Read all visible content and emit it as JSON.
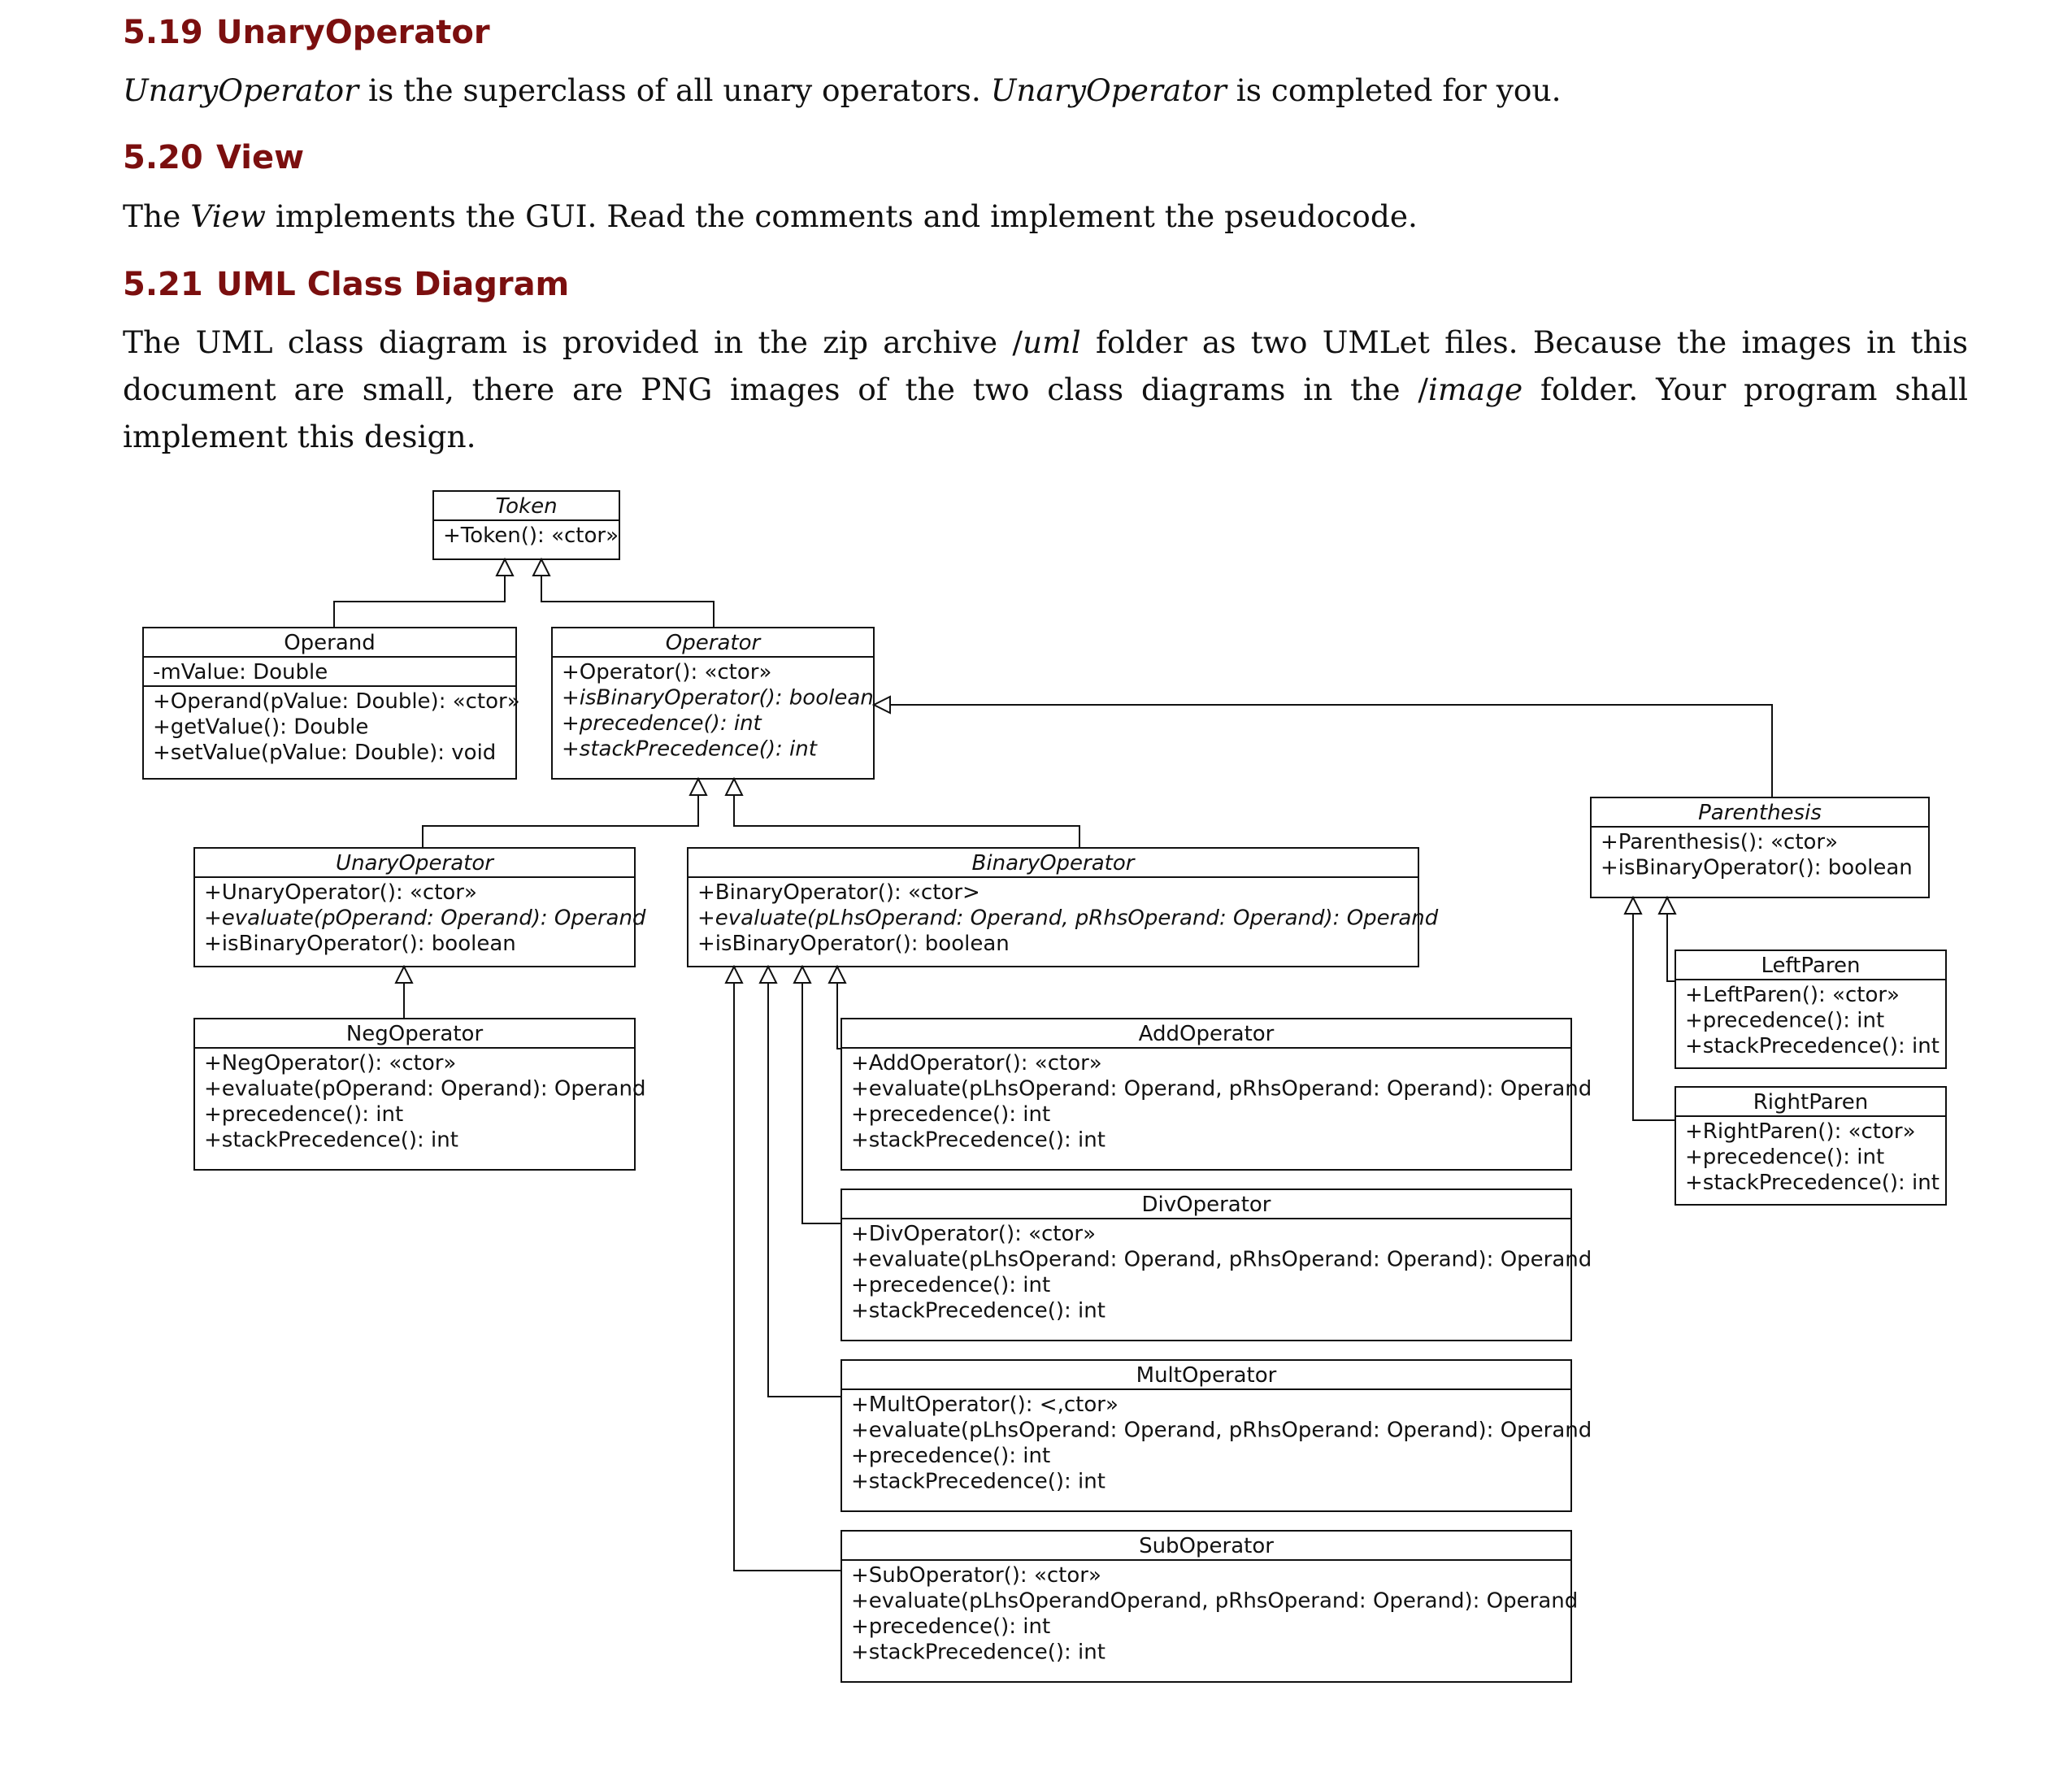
{
  "sections": [
    {
      "number": "5.19",
      "title": "UnaryOperator",
      "paragraph": [
        {
          "t": "UnaryOperator",
          "i": true
        },
        {
          "t": " is the superclass of all unary operators. "
        },
        {
          "t": "UnaryOperator",
          "i": true
        },
        {
          "t": " is completed for you."
        }
      ]
    },
    {
      "number": "5.20",
      "title": "View",
      "paragraph": [
        {
          "t": "The "
        },
        {
          "t": "View",
          "i": true
        },
        {
          "t": " implements the GUI. Read the comments and implement the pseudocode."
        }
      ]
    },
    {
      "number": "5.21",
      "title": "UML Class Diagram",
      "paragraph": [
        {
          "t": "The UML class diagram is provided in the zip archive /"
        },
        {
          "t": "uml",
          "i": true
        },
        {
          "t": " folder as two UMLet files. Because the images in this document are small, there are PNG images of the two class diagrams in the /"
        },
        {
          "t": "image",
          "i": true
        },
        {
          "t": " folder. Your program shall implement this design."
        }
      ]
    }
  ],
  "uml": {
    "classes": [
      {
        "id": "token",
        "name": "Token",
        "abstract": true,
        "sections": [
          [
            "+Token(): «ctor»"
          ]
        ]
      },
      {
        "id": "operand",
        "name": "Operand",
        "abstract": false,
        "sections": [
          [
            "-mValue: Double"
          ],
          [
            "+Operand(pValue: Double): «ctor»",
            "+getValue(): Double",
            "+setValue(pValue: Double): void"
          ]
        ]
      },
      {
        "id": "operator",
        "name": "Operator",
        "abstract": true,
        "sections": [
          [
            "+Operator(): «ctor»",
            "+isBinaryOperator(): boolean",
            "+precedence(): int",
            "+stackPrecedence(): int"
          ]
        ],
        "italic_members": [
          1,
          2,
          3
        ]
      },
      {
        "id": "parenthesis",
        "name": "Parenthesis",
        "abstract": true,
        "sections": [
          [
            "+Parenthesis(): «ctor»",
            "+isBinaryOperator(): boolean"
          ]
        ]
      },
      {
        "id": "unaryoperator",
        "name": "UnaryOperator",
        "abstract": true,
        "sections": [
          [
            "+UnaryOperator(): «ctor»",
            "+evaluate(pOperand: Operand): Operand",
            "+isBinaryOperator(): boolean"
          ]
        ],
        "italic_members": [
          1
        ]
      },
      {
        "id": "binaryoperator",
        "name": "BinaryOperator",
        "abstract": true,
        "sections": [
          [
            "+BinaryOperator(): «ctor>",
            "+evaluate(pLhsOperand: Operand, pRhsOperand: Operand): Operand",
            "+isBinaryOperator(): boolean"
          ]
        ],
        "italic_members": [
          1
        ]
      },
      {
        "id": "leftparen",
        "name": "LeftParen",
        "abstract": false,
        "sections": [
          [
            "+LeftParen(): «ctor»",
            "+precedence(): int",
            "+stackPrecedence(): int"
          ]
        ]
      },
      {
        "id": "rightparen",
        "name": "RightParen",
        "abstract": false,
        "sections": [
          [
            "+RightParen(): «ctor»",
            "+precedence(): int",
            "+stackPrecedence(): int"
          ]
        ]
      },
      {
        "id": "negoperator",
        "name": "NegOperator",
        "abstract": false,
        "sections": [
          [
            "+NegOperator(): «ctor»",
            "+evaluate(pOperand: Operand): Operand",
            "+precedence(): int",
            "+stackPrecedence(): int"
          ]
        ]
      },
      {
        "id": "addoperator",
        "name": "AddOperator",
        "abstract": false,
        "sections": [
          [
            "+AddOperator(): «ctor»",
            "+evaluate(pLhsOperand: Operand, pRhsOperand: Operand): Operand",
            "+precedence(): int",
            "+stackPrecedence(): int"
          ]
        ]
      },
      {
        "id": "divoperator",
        "name": "DivOperator",
        "abstract": false,
        "sections": [
          [
            "+DivOperator(): «ctor»",
            "+evaluate(pLhsOperand: Operand, pRhsOperand: Operand): Operand",
            "+precedence(): int",
            "+stackPrecedence(): int"
          ]
        ]
      },
      {
        "id": "multoperator",
        "name": "MultOperator",
        "abstract": false,
        "sections": [
          [
            "+MultOperator(): <,ctor»",
            "+evaluate(pLhsOperand: Operand, pRhsOperand: Operand): Operand",
            "+precedence(): int",
            "+stackPrecedence(): int"
          ]
        ]
      },
      {
        "id": "suboperator",
        "name": "SubOperator",
        "abstract": false,
        "sections": [
          [
            "+SubOperator(): «ctor»",
            "+evaluate(pLhsOperandOperand, pRhsOperand: Operand): Operand",
            "+precedence(): int",
            "+stackPrecedence(): int"
          ]
        ]
      }
    ],
    "generalizations": [
      {
        "child": "operand",
        "parent": "token"
      },
      {
        "child": "operator",
        "parent": "token"
      },
      {
        "child": "unaryoperator",
        "parent": "operator"
      },
      {
        "child": "binaryoperator",
        "parent": "operator"
      },
      {
        "child": "parenthesis",
        "parent": "operator"
      },
      {
        "child": "negoperator",
        "parent": "unaryoperator"
      },
      {
        "child": "addoperator",
        "parent": "binaryoperator"
      },
      {
        "child": "divoperator",
        "parent": "binaryoperator"
      },
      {
        "child": "multoperator",
        "parent": "binaryoperator"
      },
      {
        "child": "suboperator",
        "parent": "binaryoperator"
      },
      {
        "child": "leftparen",
        "parent": "parenthesis"
      },
      {
        "child": "rightparen",
        "parent": "parenthesis"
      }
    ]
  }
}
